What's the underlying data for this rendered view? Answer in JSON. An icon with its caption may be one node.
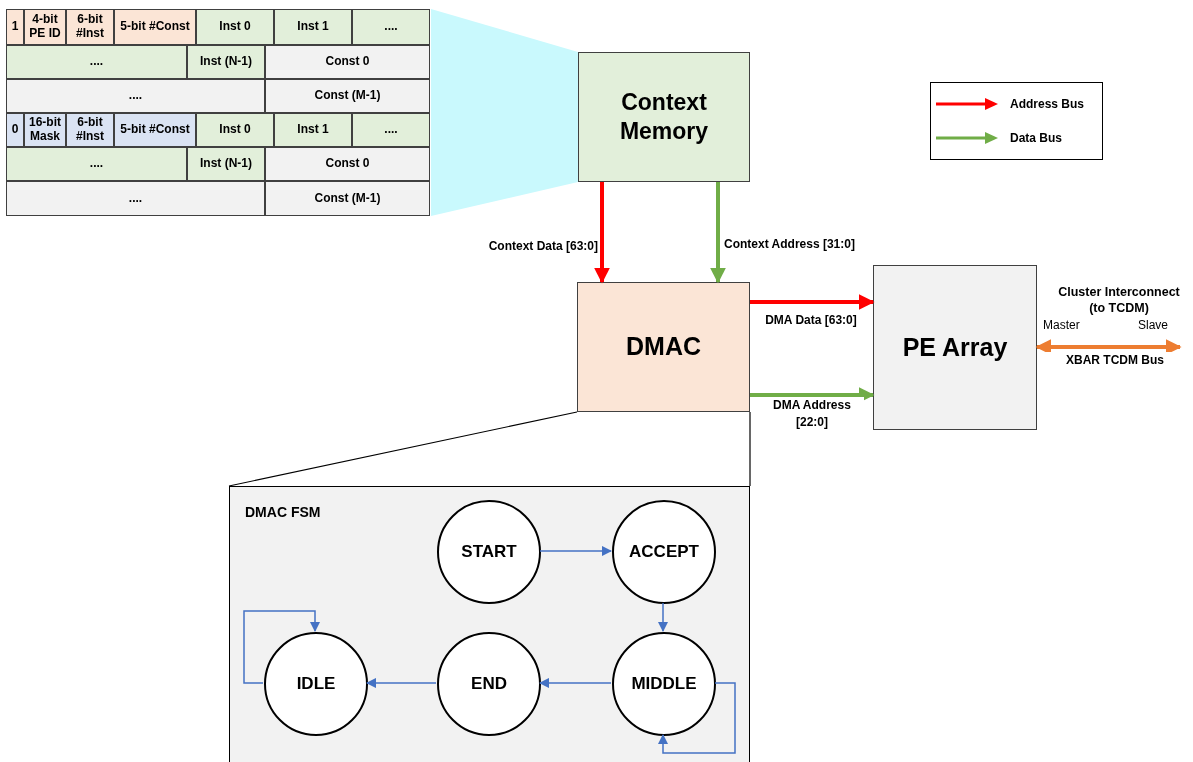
{
  "diagram": {
    "nodes": [
      {
        "text": [
          "Context Memory"
        ]
      },
      {
        "text": [
          "DMAC"
        ]
      },
      {
        "text": [
          "PE Array"
        ]
      },
      {
        "text": [
          "DMAC FSM"
        ]
      },
      {
        "text": [
          "START"
        ],
        "in": 3
      },
      {
        "text": [
          "ACCEPT"
        ],
        "in": 3
      },
      {
        "text": [
          "MIDDLE"
        ],
        "in": 3
      },
      {
        "text": [
          "END"
        ],
        "in": 3
      },
      {
        "text": [
          "IDLE"
        ],
        "in": 3
      }
    ],
    "edges": [
      {
        "from": 0,
        "to": 1,
        "arrow": "to",
        "label": "Context Data [63:0]",
        "style": "thick",
        "color": "#ff0000"
      },
      {
        "from": 0,
        "to": 1,
        "arrow": "to",
        "label": "Context Address [31:0]",
        "style": "thick",
        "color": "#70ad47"
      },
      {
        "from": 1,
        "to": 2,
        "arrow": "to",
        "label": "DMA Data [63:0]",
        "style": "thick",
        "color": "#ff0000"
      },
      {
        "from": 1,
        "to": 2,
        "arrow": "to",
        "label": "DMA Address [22:0]",
        "style": "thick",
        "color": "#70ad47"
      },
      {
        "from": 2,
        "to": null,
        "arrow": "both",
        "label": "XBAR TCDM Bus",
        "style": "thick",
        "color": "#ed7d31"
      },
      {
        "from": 4,
        "to": 5,
        "arrow": "to",
        "color": "#4472c4"
      },
      {
        "from": 5,
        "to": 6,
        "arrow": "to",
        "color": "#4472c4"
      },
      {
        "from": 6,
        "to": 6,
        "arrow": "to",
        "color": "#4472c4"
      },
      {
        "from": 6,
        "to": 7,
        "arrow": "to",
        "color": "#4472c4"
      },
      {
        "from": 7,
        "to": 8,
        "arrow": "to",
        "color": "#4472c4"
      },
      {
        "from": 8,
        "to": 8,
        "arrow": "to",
        "color": "#4472c4"
      }
    ],
    "labels": [
      "1",
      "4-bit PE ID",
      "6-bit #Inst",
      "5-bit #Const",
      "Inst 0",
      "Inst 1",
      "....",
      "....",
      "Inst (N-1)",
      "Const 0",
      "....",
      "Const (M-1)",
      "0",
      "16-bit Mask",
      "6-bit #Inst",
      "5-bit #Const",
      "Inst 0",
      "Inst 1",
      "....",
      "....",
      "Inst (N-1)",
      "Const 0",
      "....",
      "Const (M-1)",
      "Cluster Interconnect (to TCDM)",
      "Master",
      "Slave"
    ],
    "legend": [
      {
        "text": "Address Bus",
        "color": "#ff0000"
      },
      {
        "text": "Data Bus",
        "color": "#70ad47"
      }
    ]
  }
}
